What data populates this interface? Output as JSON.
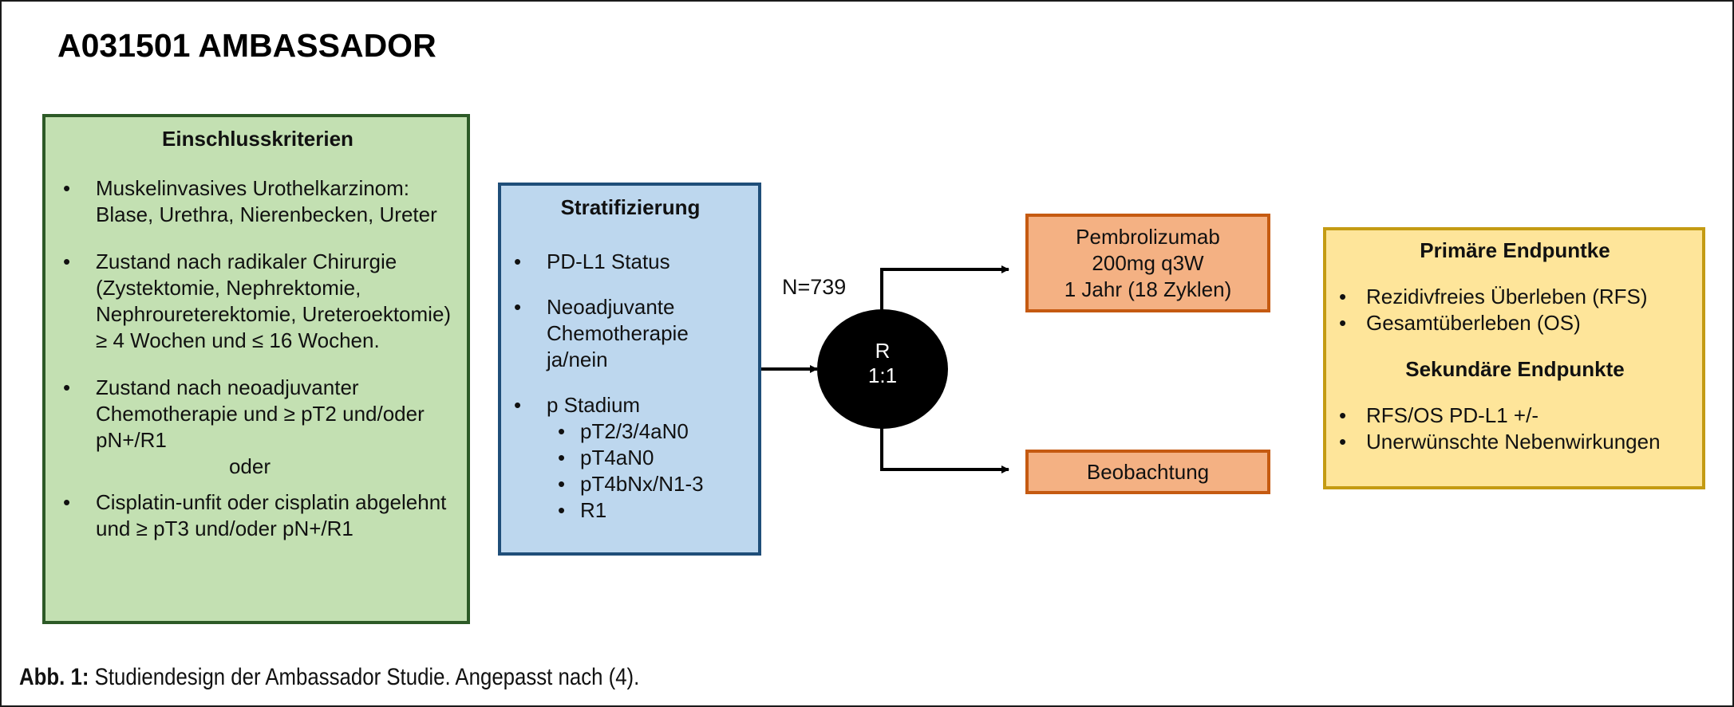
{
  "title": "A031501 AMBASSADOR",
  "inclusion": {
    "heading": "Einschlusskriterien",
    "items": [
      "Muskelinvasives Urothelkarzinom: Blase, Urethra, Nierenbecken, Ureter",
      "Zustand nach radikaler Chirurgie (Zystektomie, Nephrektomie, Nephroureterektomie, Ureteroektomie) ≥ 4 Wochen und ≤ 16 Wochen.",
      "Zustand nach neoadjuvanter Chemotherapie und ≥ pT2 und/oder pN+/R1",
      "Cisplatin-unfit oder cisplatin abgelehnt und ≥ pT3 und/oder pN+/R1"
    ],
    "separator": "oder"
  },
  "stratification": {
    "heading": "Stratifizierung",
    "items": [
      "PD-L1 Status",
      "Neoadjuvante Chemotherapie ja/nein",
      "p Stadium"
    ],
    "stage_subitems": [
      "pT2/3/4aN0",
      "pT4aN0",
      "pT4bNx/N1-3",
      "R1"
    ]
  },
  "randomization": {
    "n_label": "N=739",
    "symbol": "R",
    "ratio": "1:1"
  },
  "arms": {
    "treatment": [
      "Pembrolizumab",
      "200mg q3W",
      "1 Jahr (18 Zyklen)"
    ],
    "control": "Beobachtung"
  },
  "endpoints": {
    "primary_heading": "Primäre Endpuntke",
    "primary_items": [
      "Rezidivfreies Überleben (RFS)",
      "Gesamtüberleben (OS)"
    ],
    "secondary_heading": "Sekundäre Endpunkte",
    "secondary_items": [
      "RFS/OS PD-L1 +/-",
      "Unerwünschte Nebenwirkungen"
    ]
  },
  "caption": {
    "label": "Abb. 1:",
    "text": " Studiendesign der Ambassador Studie. Angepasst nach (4)."
  },
  "colors": {
    "inclusion_fill": "#c3e0b2",
    "inclusion_border": "#2d5a27",
    "stratification_fill": "#bdd7ee",
    "stratification_border": "#1f4e79",
    "arm_fill": "#f4b183",
    "arm_border": "#c55a11",
    "endpoints_fill": "#fee59a",
    "endpoints_border": "#c49b13",
    "randomization_fill": "#000000"
  }
}
